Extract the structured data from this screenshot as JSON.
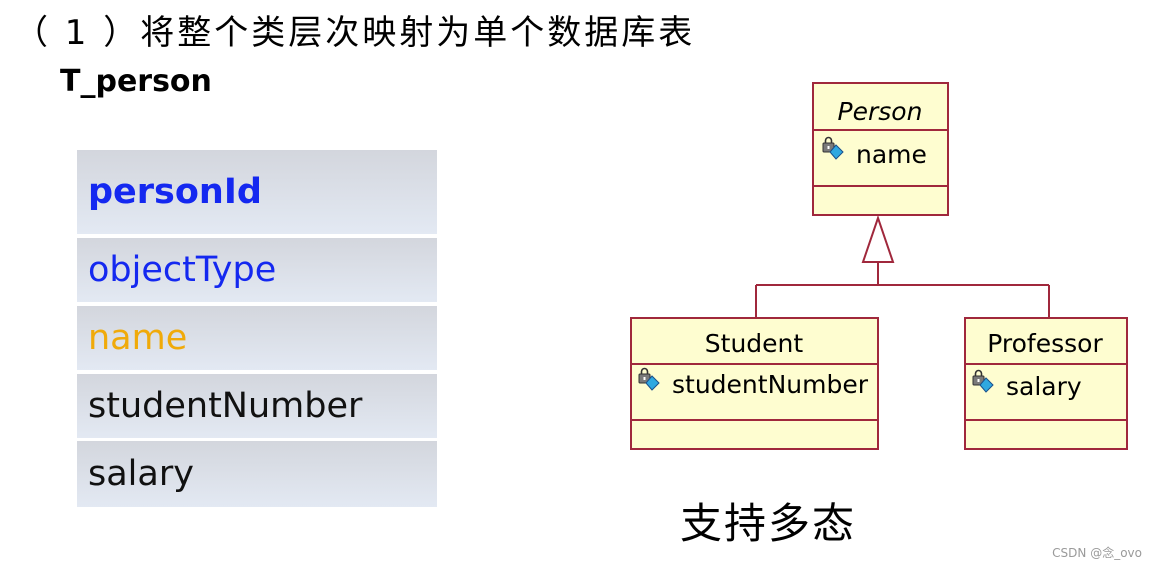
{
  "heading": "（ 1 ）将整个类层次映射为单个数据库表",
  "table": {
    "name": "T_person",
    "rows": [
      {
        "label": "personId",
        "color": "#1428f0"
      },
      {
        "label": "objectType",
        "color": "#1428f0"
      },
      {
        "label": "name",
        "color": "#f0aa0a"
      },
      {
        "label": "studentNumber",
        "color": "#111111"
      },
      {
        "label": "salary",
        "color": "#111111"
      }
    ]
  },
  "uml": {
    "colors": {
      "border": "#a0283c",
      "fill": "#fefdd0"
    },
    "classes": {
      "person": {
        "name": "Person",
        "abstract": true,
        "attribute": "name",
        "attribute_icon": "lock-key-icon"
      },
      "student": {
        "name": "Student",
        "attribute": "studentNumber",
        "attribute_icon": "lock-key-icon"
      },
      "professor": {
        "name": "Professor",
        "attribute": "salary",
        "attribute_icon": "lock-key-icon"
      }
    },
    "relation": "generalization"
  },
  "caption": "支持多态",
  "watermark": "CSDN @念_ovo"
}
